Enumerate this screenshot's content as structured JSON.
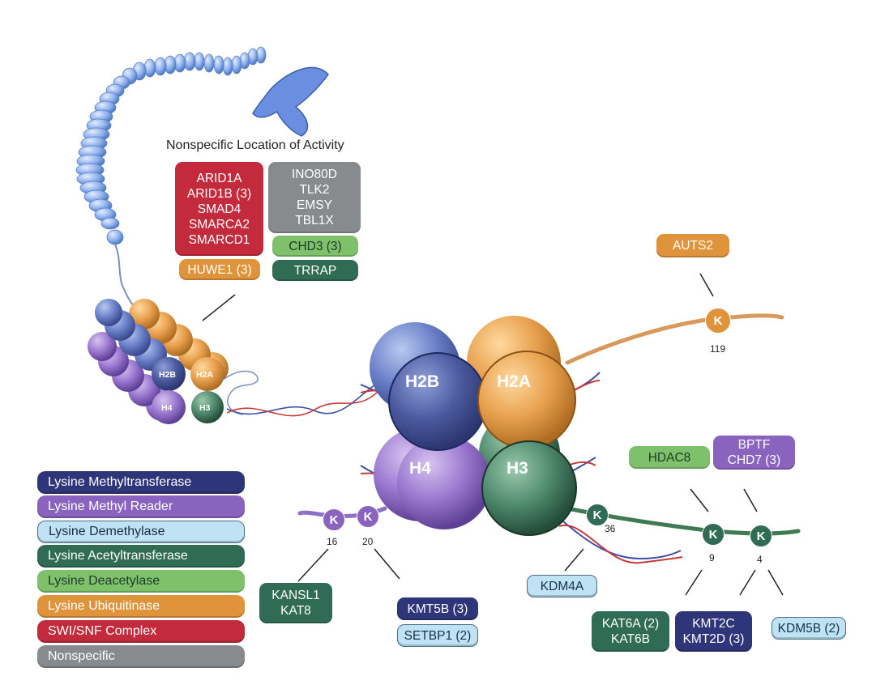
{
  "title": "Nonspecific Location of Activity",
  "colors": {
    "methyltransferase": "#2e3578",
    "methyl_reader": "#8a63bf",
    "demethylase": "#bfe3f5",
    "acetyltransferase": "#2f6b55",
    "deacetylase": "#7fc16a",
    "ubiquitinase": "#df943c",
    "swisnf": "#c32a3c",
    "nonspecific": "#888b8e"
  },
  "legend": [
    {
      "label": "Lysine Methyltransferase",
      "color": "#2e3578"
    },
    {
      "label": "Lysine Methyl Reader",
      "color": "#8a63bf"
    },
    {
      "label": "Lysine Demethylase",
      "color": "#bfe3f5"
    },
    {
      "label": "Lysine Acetyltransferase",
      "color": "#2f6b55"
    },
    {
      "label": "Lysine Deacetylase",
      "color": "#7fc16a"
    },
    {
      "label": "Lysine Ubiquitinase",
      "color": "#df943c"
    },
    {
      "label": "SWI/SNF Complex",
      "color": "#c32a3c"
    },
    {
      "label": "Nonspecific",
      "color": "#888b8e"
    }
  ],
  "nonspecific_boxes": {
    "swisnf": "ARID1A\nARID1B (3)\nSMAD4\nSMARCA2\nSMARCD1",
    "ubiquitinase": "HUWE1 (3)",
    "nonspecific": "INO80D\nTLK2\nEMSY\nTBL1X",
    "deacetylase": "CHD3 (3)",
    "acetyltransferase": "TRRAP"
  },
  "histones": {
    "h2b": "H2B",
    "h2a": "H2A",
    "h4": "H4",
    "h3": "H3"
  },
  "lysine": {
    "symbol": "K",
    "sites": {
      "h2a_119": "119",
      "h4_16": "16",
      "h4_20": "20",
      "h3_36": "36",
      "h3_9": "9",
      "h3_4": "4"
    }
  },
  "genes": {
    "auts2": "AUTS2",
    "hdac8": "HDAC8",
    "bptf_chd7": "BPTF\nCHD7 (3)",
    "kansl1_kat8": "KANSL1\nKAT8",
    "kmt5b": "KMT5B (3)",
    "setbp1": "SETBP1 (2)",
    "kdm4a": "KDM4A",
    "kat6": "KAT6A (2)\nKAT6B",
    "kmt2": "KMT2C\nKMT2D (3)",
    "kdm5b": "KDM5B (2)"
  }
}
